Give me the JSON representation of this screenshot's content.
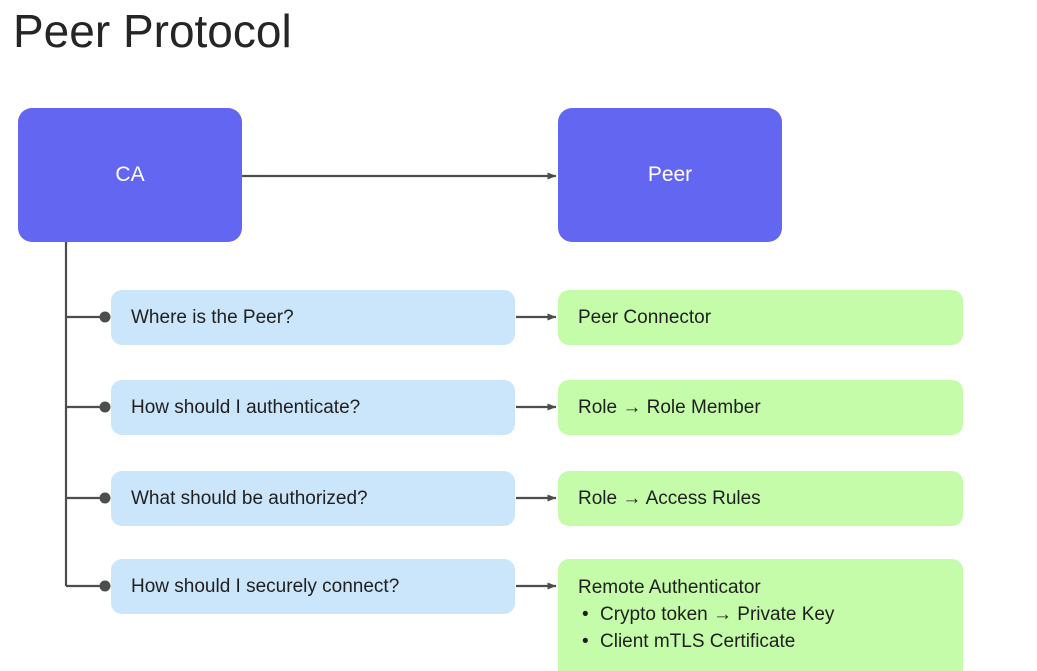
{
  "title": "Peer Protocol",
  "colors": {
    "node_primary": "#6366f1",
    "node_question": "#cbe5fb",
    "node_answer": "#c5fca9",
    "connector": "#4d4d4d",
    "text_dark": "#1f1f1f",
    "text_light": "#ffffff",
    "background": "#ffffff"
  },
  "nodes": {
    "ca": {
      "label": "CA"
    },
    "peer": {
      "label": "Peer"
    }
  },
  "rows": [
    {
      "question": "Where is the Peer?",
      "answer": {
        "heading": "Peer Connector",
        "bullets": []
      }
    },
    {
      "question": "How should I authenticate?",
      "answer": {
        "heading": "Role  →  Role Member",
        "bullets": []
      }
    },
    {
      "question": "What should be authorized?",
      "answer": {
        "heading": "Role  →  Access Rules",
        "bullets": []
      }
    },
    {
      "question": "How should I securely connect?",
      "answer": {
        "heading": "Remote Authenticator",
        "bullets": [
          "Crypto token  →  Private Key",
          "Client mTLS Certificate"
        ]
      }
    }
  ],
  "bullet_glyph": "•"
}
